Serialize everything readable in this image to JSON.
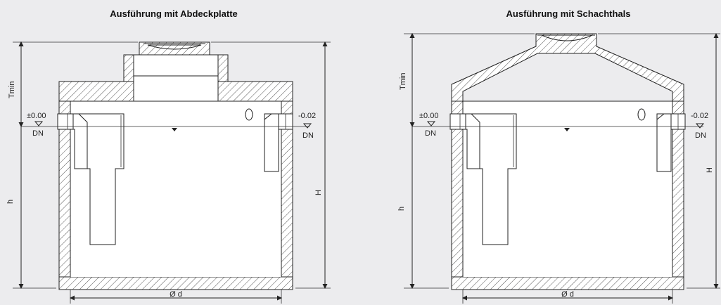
{
  "left": {
    "title": "Ausführung mit Abdeckplatte",
    "labels": {
      "t_min": "Tmin",
      "h": "h",
      "H": "H",
      "diameter": "Ø d",
      "inlet_level": "±0.00",
      "inlet_dn": "DN",
      "outlet_level": "-0.02",
      "outlet_dn": "DN"
    }
  },
  "right": {
    "title": "Ausführung mit Schachthals",
    "labels": {
      "t_min": "Tmin",
      "h": "h",
      "H": "H",
      "diameter": "Ø d",
      "inlet_level": "±0.00",
      "inlet_dn": "DN",
      "outlet_level": "-0.02",
      "outlet_dn": "DN"
    }
  }
}
